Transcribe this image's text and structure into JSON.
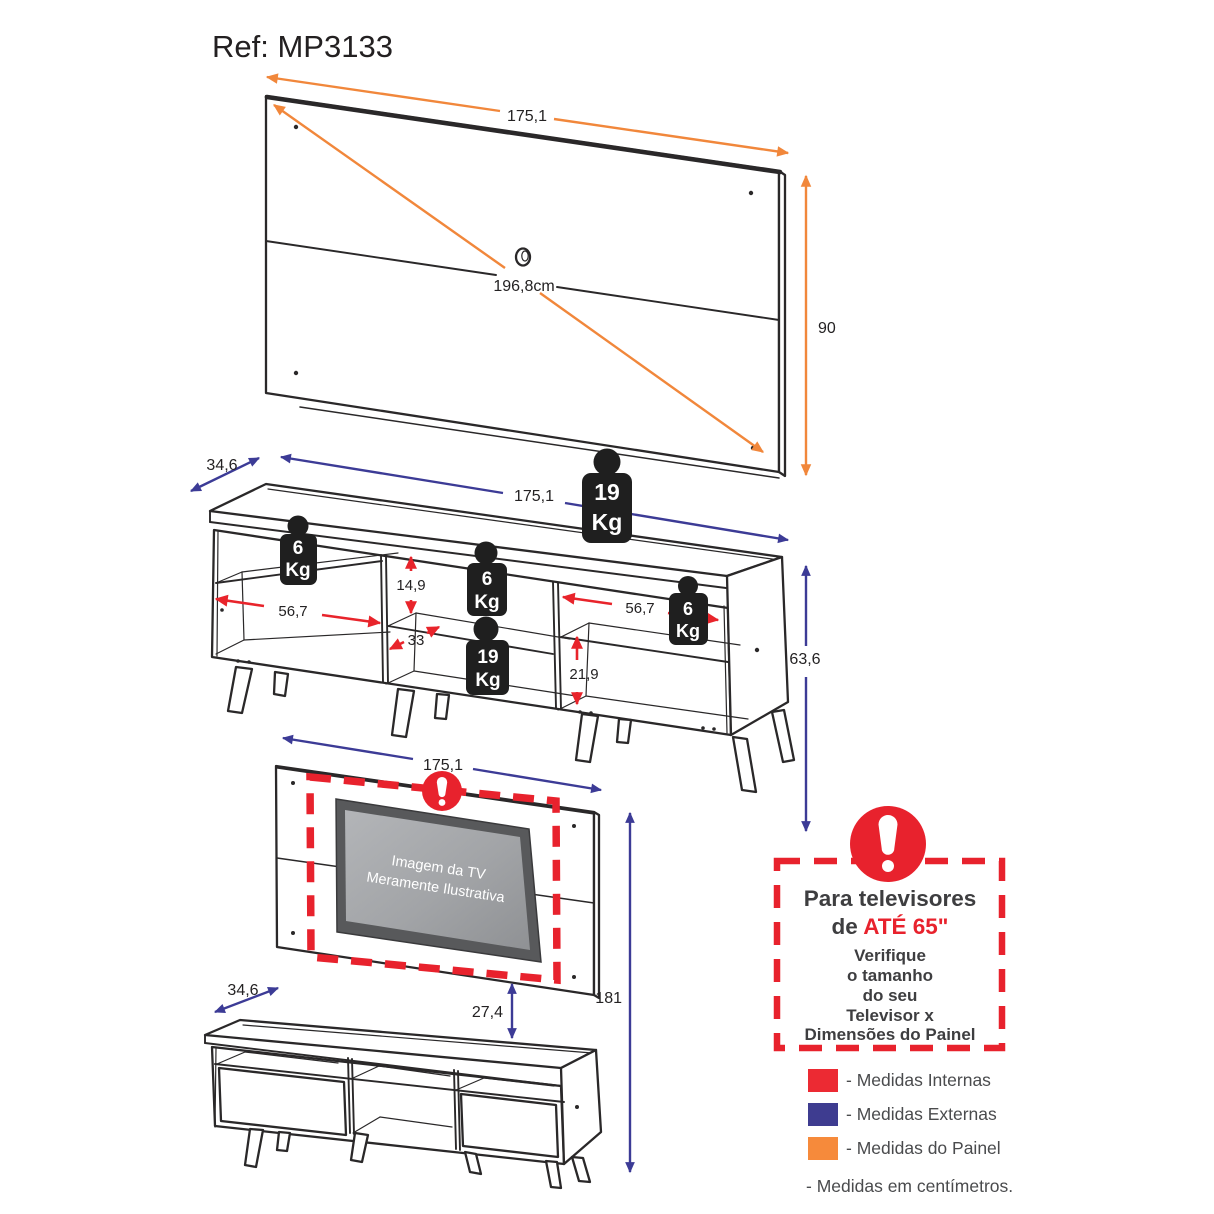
{
  "title": "Ref: MP3133",
  "colors": {
    "internal": "#E8242B",
    "external": "#3C3B96",
    "panel": "#F1873B",
    "warning": "#E8222D",
    "line": "#2A2829",
    "badge": "#1F1F1F"
  },
  "panel": {
    "width": "175,1",
    "diagonal": "196,8cm",
    "height": "90"
  },
  "stand": {
    "depth": "34,6",
    "width": "175,1",
    "height": "63,6",
    "internal": {
      "left_width": "56,7",
      "shelf_height": "14,9",
      "middle_depth": "33",
      "right_width": "56,7",
      "lower_height": "21,9"
    },
    "weights": {
      "top": {
        "value": "19",
        "unit": "Kg"
      },
      "left": {
        "value": "6",
        "unit": "Kg"
      },
      "middle": {
        "value": "6",
        "unit": "Kg"
      },
      "center": {
        "value": "19",
        "unit": "Kg"
      },
      "right": {
        "value": "6",
        "unit": "Kg"
      }
    }
  },
  "assembled": {
    "width": "175,1",
    "height": "181",
    "panel_to_stand_gap": "27,4",
    "depth": "34,6",
    "tv_caption_line1": "Imagem da TV",
    "tv_caption_line2": "Meramente Ilustrativa"
  },
  "warning": {
    "title_line1": "Para televisores",
    "title_line2_prefix": "de ",
    "title_line2_highlight": "ATÉ 65\"",
    "body_lines": [
      "Verifique",
      "o tamanho",
      "do seu",
      "Televisor x",
      "Dimensões do Painel"
    ]
  },
  "legend": {
    "items": [
      {
        "name": "internas",
        "color": "#EC2A33",
        "label": "- Medidas Internas"
      },
      {
        "name": "externas",
        "color": "#3E3C90",
        "label": "- Medidas Externas"
      },
      {
        "name": "painel",
        "color": "#F68A3B",
        "label": "- Medidas do Painel"
      }
    ],
    "note": "- Medidas em centímetros."
  }
}
